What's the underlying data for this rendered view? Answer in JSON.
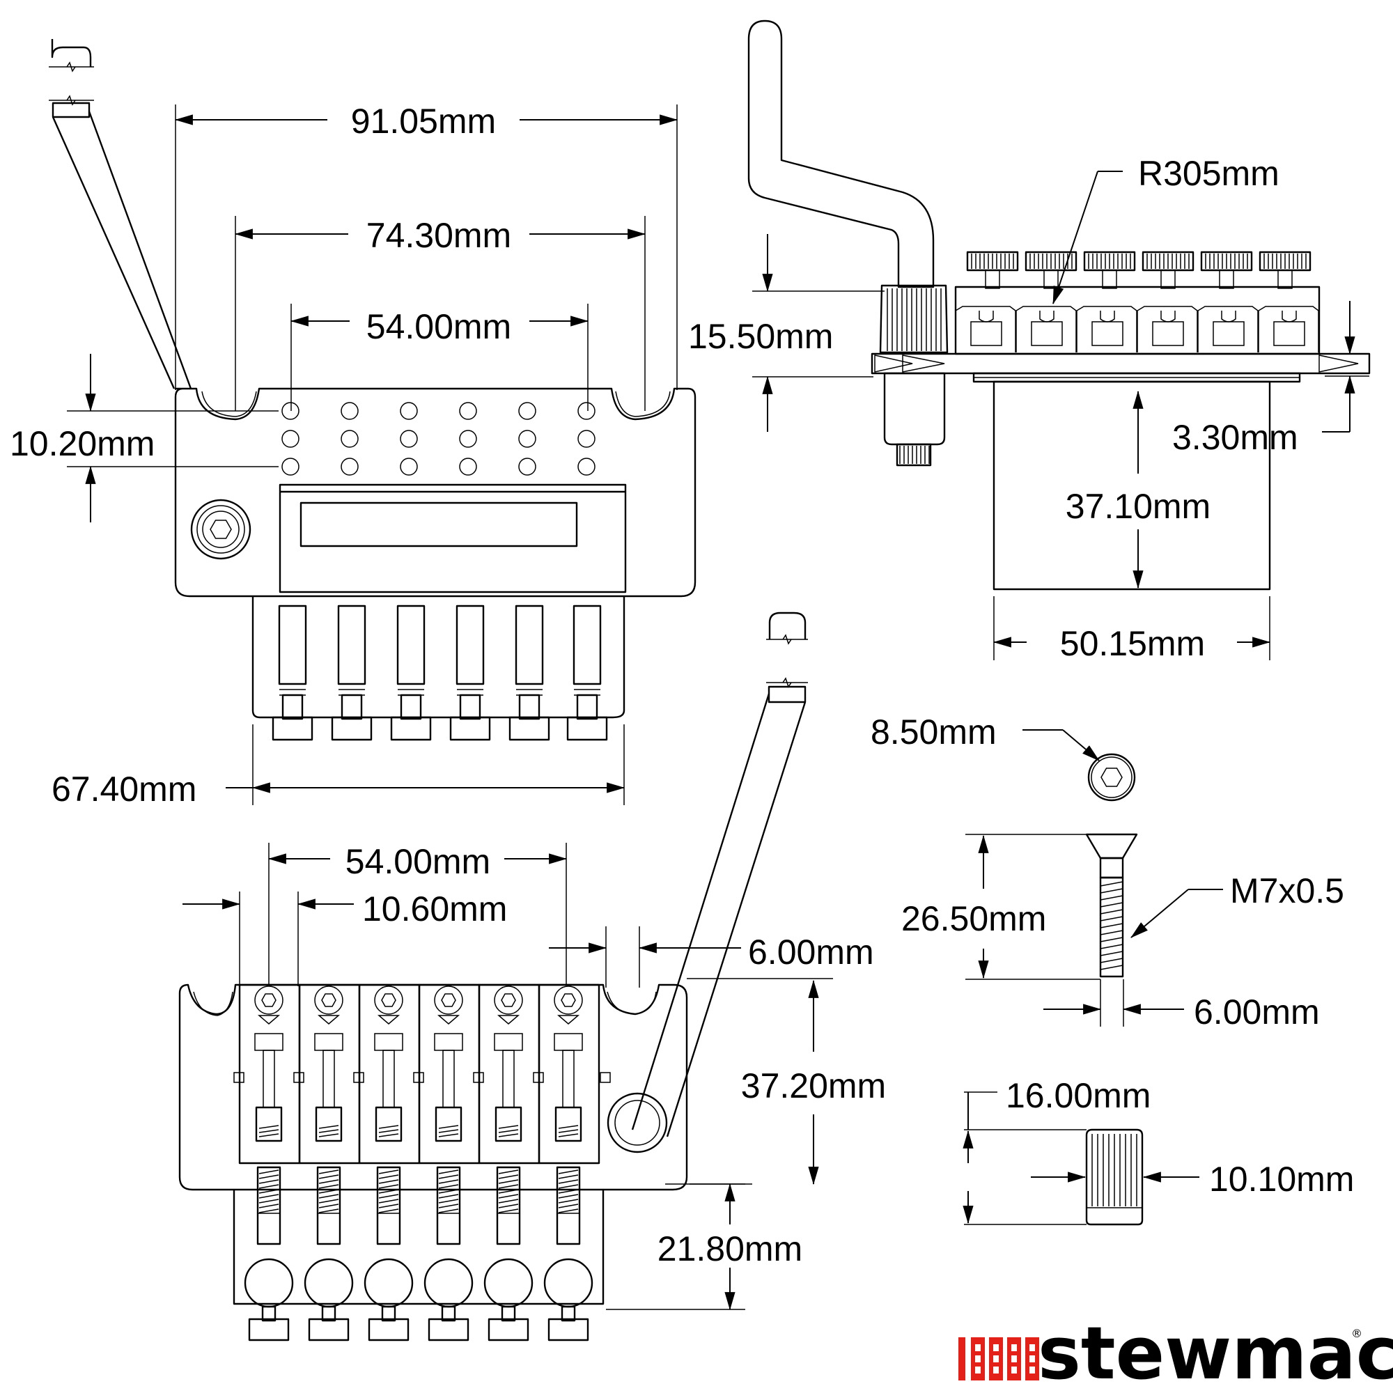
{
  "dimensions": {
    "top_overall_width": "91.05mm",
    "top_stud_spacing": "74.30mm",
    "top_string_spread": "54.00mm",
    "top_hole_rows": "10.20mm",
    "top_block_width": "67.40mm",
    "side_radius": "R305mm",
    "side_bar_height": "15.50mm",
    "side_plate_thickness": "3.30mm",
    "side_block_depth": "37.10mm",
    "side_block_width": "50.15mm",
    "bottom_string_spread": "54.00mm",
    "bottom_saddle_width": "10.60mm",
    "bottom_gap": "6.00mm",
    "bottom_plate_length": "37.20mm",
    "bottom_tail_length": "21.80mm",
    "screw_head": "8.50mm",
    "screw_length": "26.50mm",
    "screw_thread": "M7x0.5",
    "screw_diameter": "6.00mm",
    "bushing_height": "16.00mm",
    "bushing_diameter": "10.10mm"
  },
  "brand": {
    "name": "stewmac",
    "mark": "®",
    "color": "#e32119"
  }
}
